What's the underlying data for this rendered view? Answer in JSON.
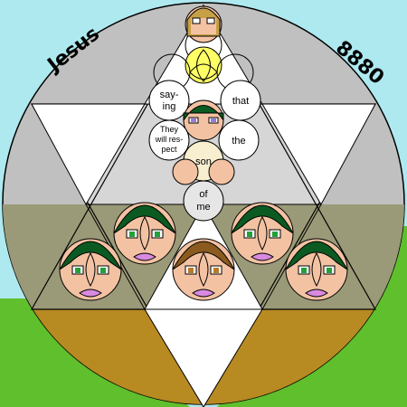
{
  "labels": {
    "left": "Jesus",
    "right": "8880"
  },
  "bubbles": {
    "saying": [
      "say-",
      "ing"
    ],
    "that": "that",
    "they": [
      "They",
      "will res-",
      "pect"
    ],
    "the": "the",
    "son": "son",
    "of": [
      "of",
      "me"
    ]
  },
  "colors": {
    "sky": "#aee9f0",
    "grass": "#5fbf2c",
    "disc_outer": "#c0c0c0",
    "disc_mid": "#d6d6d6",
    "star_white": "#ffffff",
    "olive": "#9a9a78",
    "brown": "#b88a22",
    "skin": "#f3c2a2",
    "hair_dark": "#0b5a22",
    "hair_brown": "#8a5a1e",
    "hair_gold": "#c7a046",
    "eye_green": "#22a03a",
    "eye_purple": "#9a7ad8",
    "eye_brown": "#b87a2a",
    "lip_pink": "#d98ae0",
    "halo_yellow": "#ffff66"
  }
}
